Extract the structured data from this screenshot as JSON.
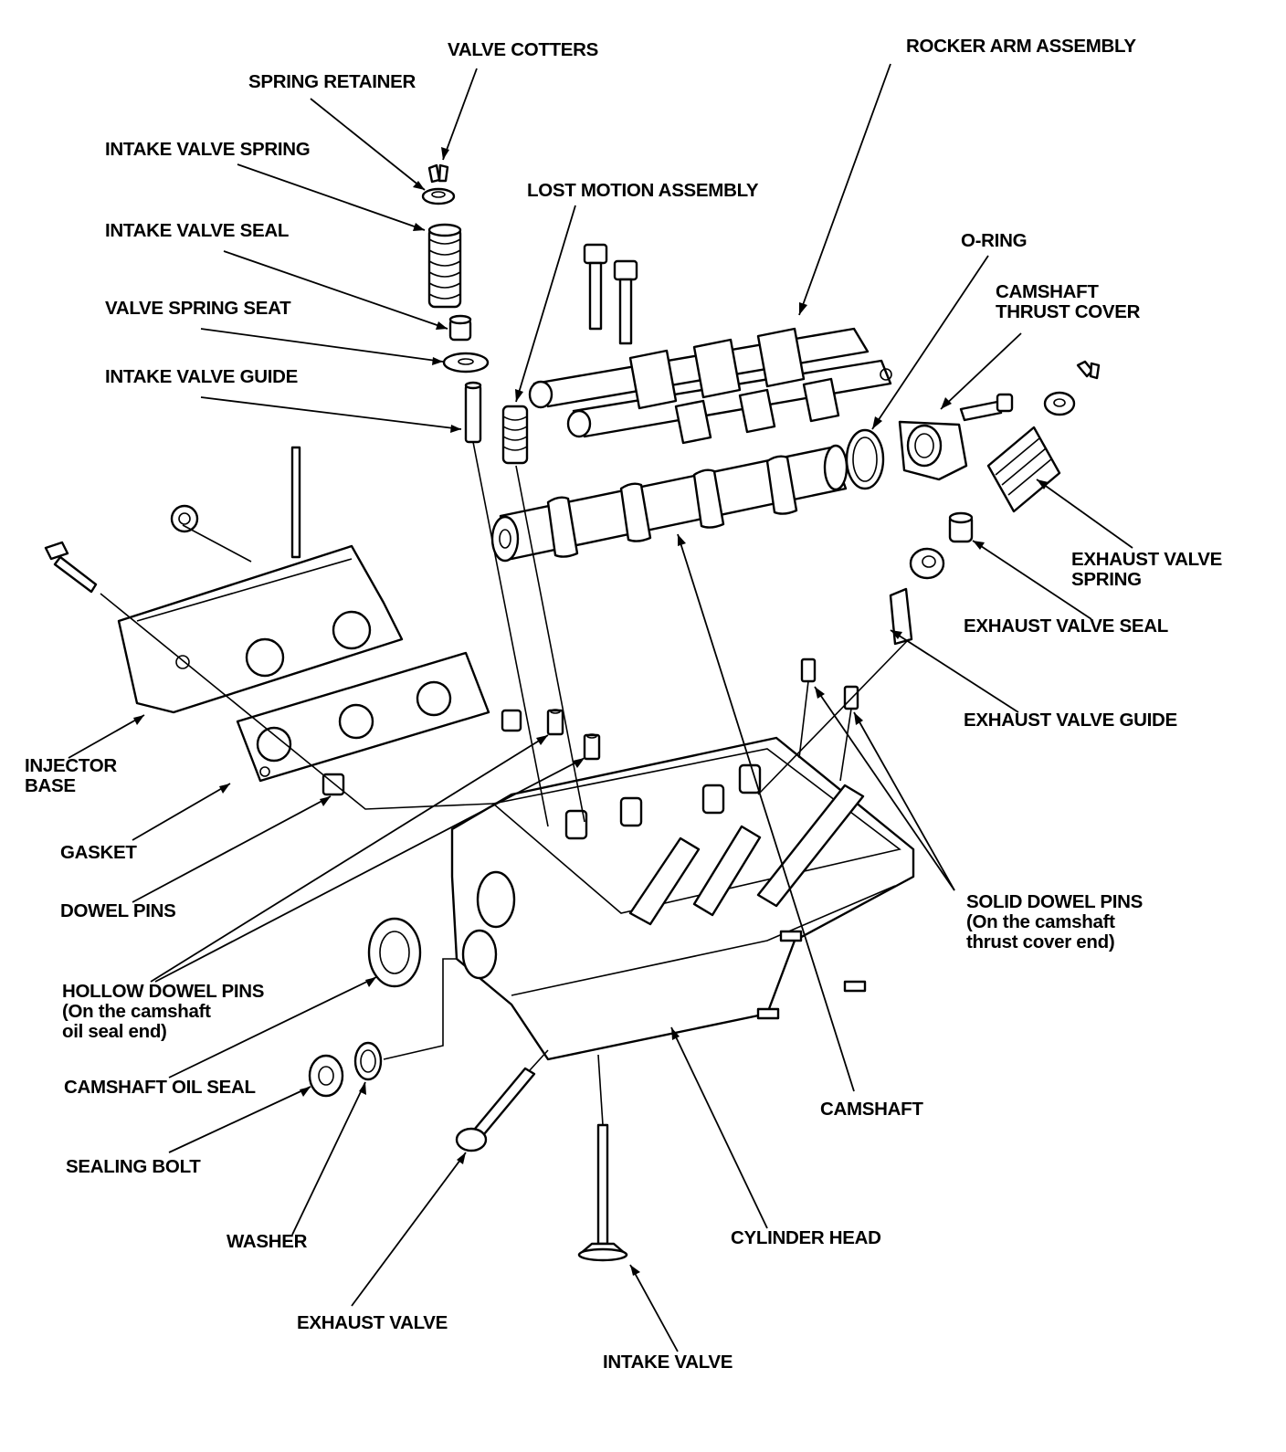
{
  "labels": {
    "valve_cotters": "VALVE COTTERS",
    "spring_retainer": "SPRING RETAINER",
    "intake_valve_spring": "INTAKE VALVE SPRING",
    "intake_valve_seal": "INTAKE VALVE SEAL",
    "valve_spring_seat": "VALVE SPRING SEAT",
    "intake_valve_guide": "INTAKE VALVE GUIDE",
    "lost_motion_assembly": "LOST MOTION ASSEMBLY",
    "rocker_arm_assembly": "ROCKER ARM ASSEMBLY",
    "o_ring": "O-RING",
    "camshaft_thrust_cover_1": "CAMSHAFT",
    "camshaft_thrust_cover_2": "THRUST COVER",
    "exhaust_valve_spring_1": "EXHAUST VALVE",
    "exhaust_valve_spring_2": "SPRING",
    "exhaust_valve_seal": "EXHAUST VALVE SEAL",
    "exhaust_valve_guide": "EXHAUST VALVE GUIDE",
    "injector_base_1": "INJECTOR",
    "injector_base_2": "BASE",
    "gasket": "GASKET",
    "dowel_pins": "DOWEL PINS",
    "hollow_dowel_pins_1": "HOLLOW DOWEL PINS",
    "hollow_dowel_pins_2": "(On the camshaft",
    "hollow_dowel_pins_3": "oil seal end)",
    "solid_dowel_pins_1": "SOLID DOWEL PINS",
    "solid_dowel_pins_2": "(On the camshaft",
    "solid_dowel_pins_3": "thrust cover end)",
    "camshaft_oil_seal": "CAMSHAFT OIL SEAL",
    "sealing_bolt": "SEALING BOLT",
    "washer": "WASHER",
    "exhaust_valve": "EXHAUST VALVE",
    "intake_valve": "INTAKE VALVE",
    "cylinder_head": "CYLINDER HEAD",
    "camshaft": "CAMSHAFT"
  }
}
